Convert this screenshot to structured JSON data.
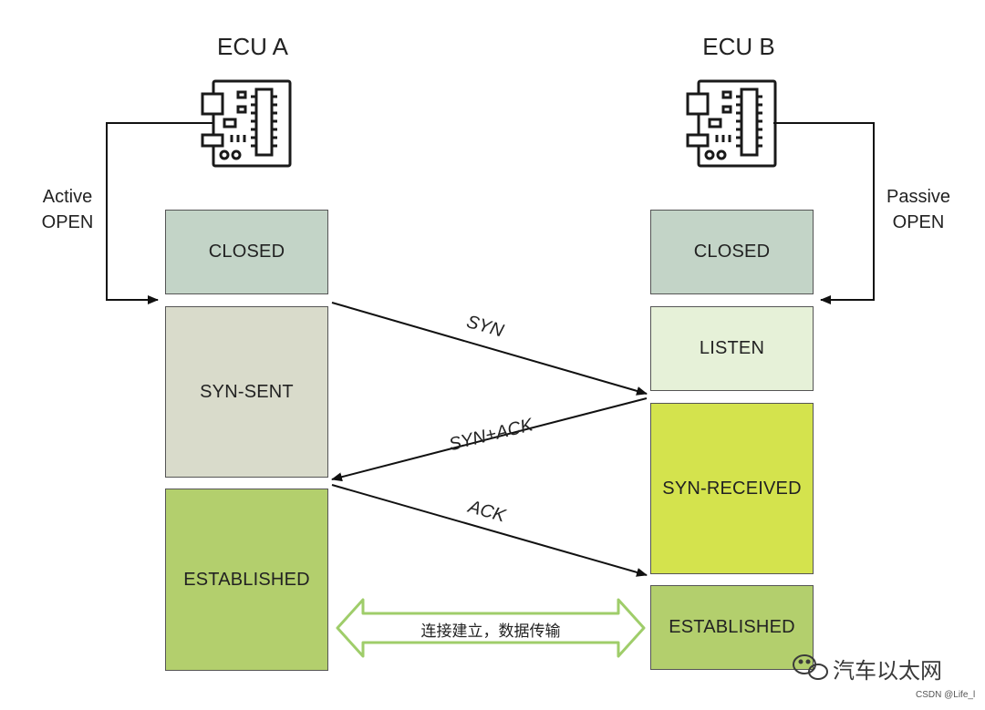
{
  "ecu_a": {
    "title": "ECU A",
    "trigger_line1": "Active",
    "trigger_line2": "OPEN",
    "states": [
      "CLOSED",
      "SYN-SENT",
      "ESTABLISHED"
    ]
  },
  "ecu_b": {
    "title": "ECU B",
    "trigger_line1": "Passive",
    "trigger_line2": "OPEN",
    "states": [
      "CLOSED",
      "LISTEN",
      "SYN-RECEIVED",
      "ESTABLISHED"
    ]
  },
  "messages": {
    "syn": "SYN",
    "syn_ack": "SYN+ACK",
    "ack": "ACK"
  },
  "data_transfer_label": "连接建立，数据传输",
  "watermark": "汽车以太网",
  "credit": "CSDN @Life_l",
  "colors": {
    "closed": "#c3d4c7",
    "syn_sent": "#d9dbcb",
    "established": "#b3cf6d",
    "listen": "#e6f1d8",
    "syn_received": "#d4e34d",
    "double_arrow": "#9fcd6a"
  }
}
